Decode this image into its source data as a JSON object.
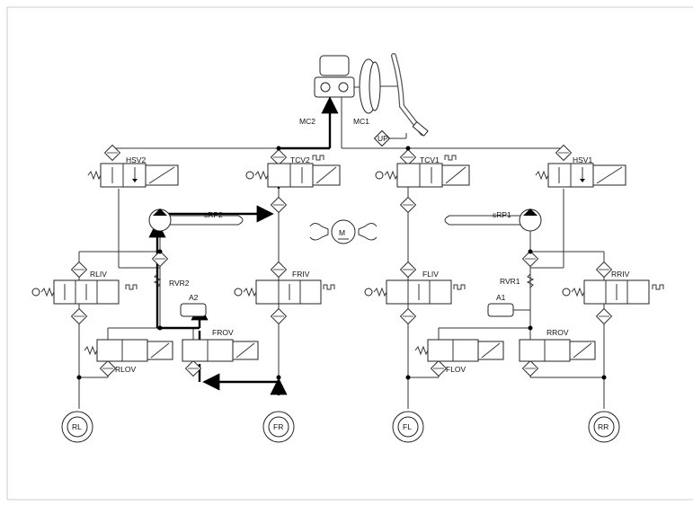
{
  "diagram": {
    "master": {
      "mc1": "MC1",
      "mc2": "MC2",
      "pedal_sensor": "UP"
    },
    "motor": "M",
    "valves": {
      "hsv2": "HSV2",
      "tcv2": "TCV2",
      "tcv1": "TCV1",
      "hsv1": "HSV1",
      "rliv": "RLIV",
      "friv": "FRIV",
      "fliv": "FLIV",
      "rriv": "RRIV",
      "rlov": "RLOV",
      "frov": "FROV",
      "flov": "FLOV",
      "rrov": "RROV",
      "rvr2": "RVR2",
      "rvr1": "RVR1"
    },
    "pumps": {
      "srp2": "sRP2",
      "srp1": "sRP1"
    },
    "accumulators": {
      "a2": "A2",
      "a1": "A1"
    },
    "wheels": {
      "rl": "RL",
      "fr": "FR",
      "fl": "FL",
      "rr": "RR"
    }
  }
}
